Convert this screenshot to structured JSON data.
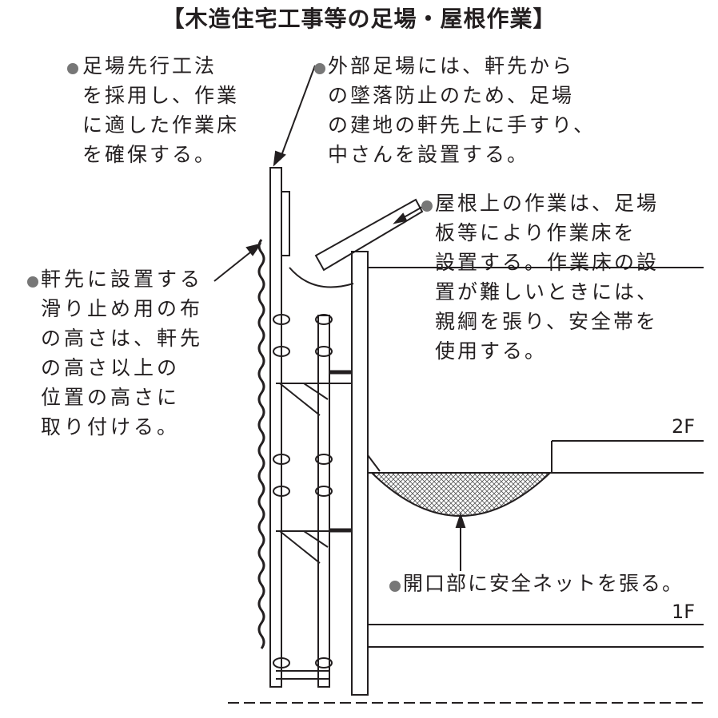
{
  "title": "【木造住宅工事等の足場・屋根作業】",
  "notes": {
    "scaffold_method": [
      "足場先行工法",
      "を採用し、作業",
      "に適した作業床",
      "を確保する。"
    ],
    "handrail": [
      "外部足場には、軒先から",
      "の墜落防止のため、足場",
      "の建地の軒先上に手すり、",
      "中さんを設置する。"
    ],
    "roof_work": [
      "屋根上の作業は、足場",
      "板等により作業床を",
      "設置する。作業床の設",
      "置が難しいときには、",
      "親綱を張り、安全帯を",
      "使用する。"
    ],
    "slip_cloth": [
      "軒先に設置する",
      "滑り止め用の布",
      "の高さは、軒先",
      "の高さ以上の",
      "位置の高さに",
      "取り付ける。"
    ],
    "safety_net": [
      "開口部に安全ネットを張る。"
    ]
  },
  "floors": {
    "second": "2F",
    "first": "1F"
  }
}
